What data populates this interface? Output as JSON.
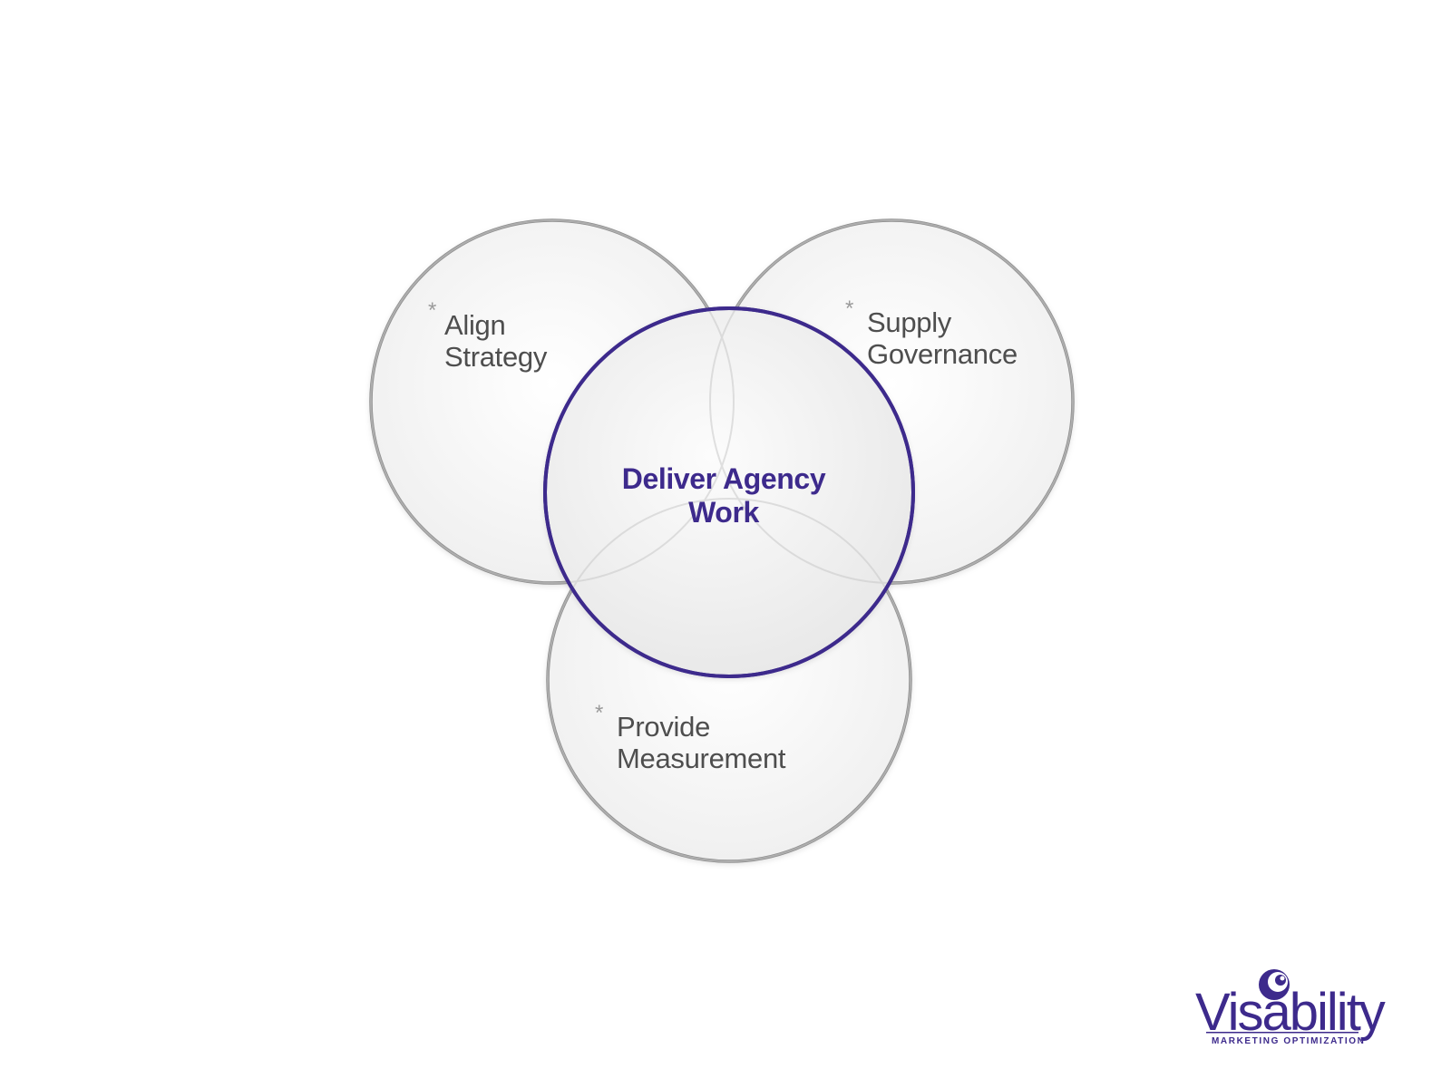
{
  "diagram": {
    "center": {
      "lines": [
        "Deliver Agency",
        "Work"
      ]
    },
    "circles": [
      {
        "key": "align",
        "marker": "*",
        "lines": [
          "Align",
          "Strategy"
        ]
      },
      {
        "key": "governance",
        "marker": "*",
        "lines": [
          "Supply",
          "Governance"
        ]
      },
      {
        "key": "measurement",
        "marker": "*",
        "lines": [
          "Provide",
          "Measurement"
        ]
      }
    ]
  },
  "logo": {
    "wordmark": "Visability",
    "tagline": "MARKETING OPTIMIZATION"
  },
  "colors": {
    "accent": "#3d2a8c",
    "outer_stroke": "#8e8e8e",
    "label_text": "#4e4e4e",
    "marker": "#9a9a9a"
  }
}
